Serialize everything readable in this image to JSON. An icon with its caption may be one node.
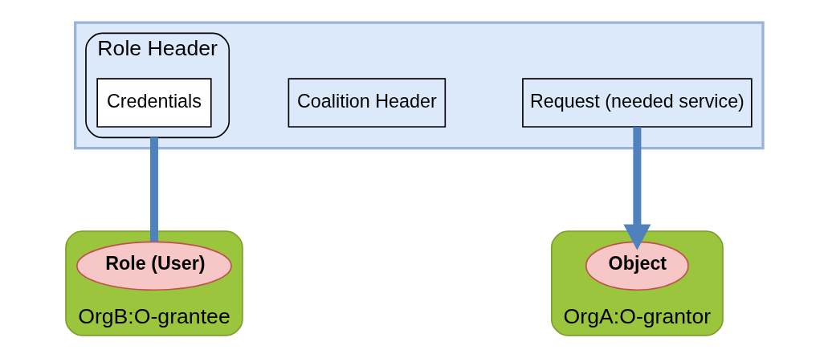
{
  "diagram": {
    "nodes": [
      {
        "text": [],
        "shape": "bar"
      },
      {
        "text": [
          "Coalition Header"
        ],
        "in": 0
      },
      {
        "text": [
          "Role Header"
        ],
        "in": 0
      },
      {
        "text": [
          "Credentials"
        ],
        "in": 2
      },
      {
        "text": [
          "Request (needed service)"
        ],
        "in": 0
      },
      {
        "text": [
          "OrgB:O-grantee"
        ]
      },
      {
        "text": [
          "Role (User)"
        ],
        "in": 5
      },
      {
        "text": [
          "OrgA:O-grantor"
        ]
      },
      {
        "text": [
          "Object"
        ],
        "in": 7
      }
    ],
    "edges": [
      {
        "from": 2,
        "to": 6,
        "arrow": "none"
      },
      {
        "from": 4,
        "to": 8,
        "arrow": "to"
      }
    ]
  }
}
